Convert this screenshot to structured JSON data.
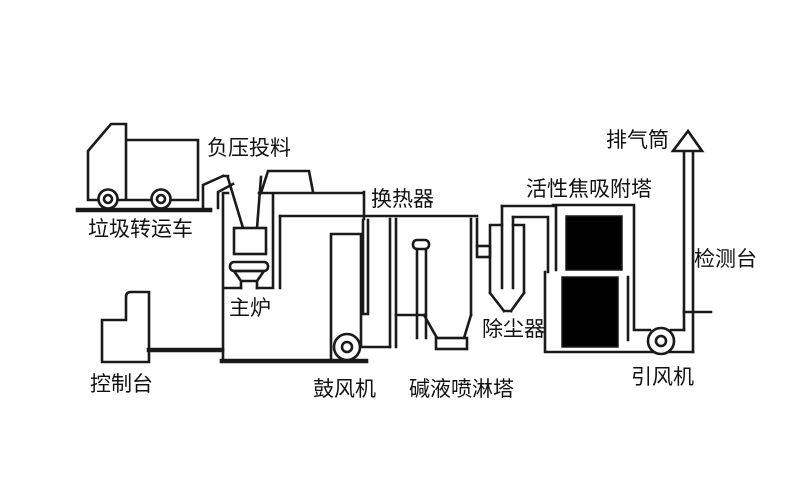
{
  "diagram": {
    "kind": "process-flow-diagram",
    "style": "black-and-white line drawing (scanned)"
  },
  "labels": {
    "truck": "垃圾转运车",
    "feeding": "负压投料",
    "furnace": "主炉",
    "console": "控制台",
    "blower": "鼓风机",
    "heat_exchanger": "换热器",
    "spray_tower": "碱液喷淋塔",
    "dust_collector": "除尘器",
    "adsorption_tower": "活性焦吸附塔",
    "induced_fan": "引风机",
    "stack": "排气筒",
    "monitoring_platform": "检测台"
  },
  "colors": {
    "line": "#1a1a1a",
    "coke_bed_fill": "#000000",
    "background": "#ffffff"
  }
}
